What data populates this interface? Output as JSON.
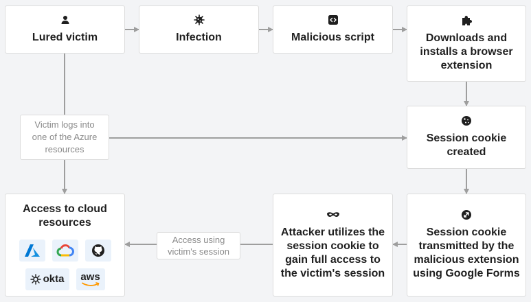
{
  "nodes": {
    "lured_victim": "Lured victim",
    "infection": "Infection",
    "malicious_script": "Malicious script",
    "downloads_extension": "Downloads and installs a browser extension",
    "session_cookie_created": "Session cookie created",
    "cookie_transmitted": "Session cookie transmitted by the malicious extension using Google Forms",
    "attacker_utilizes": "Attacker utilizes the session cookie to gain full access to the victim's session",
    "access_cloud": "Access to cloud resources"
  },
  "edge_labels": {
    "victim_logs": "Victim logs into one of the Azure resources",
    "access_using": "Access using victim's session"
  },
  "logos": {
    "okta": "okta",
    "aws": "aws"
  },
  "colors": {
    "background": "#f3f4f6",
    "arrow": "#9e9e9e",
    "label_text": "#8a8a8a",
    "azure": "#0078d4",
    "google_cloud_red": "#ea4335",
    "google_cloud_blue": "#4285f4",
    "google_cloud_yellow": "#fbbc05",
    "google_cloud_green": "#34a853",
    "aws_orange": "#ff9900"
  }
}
